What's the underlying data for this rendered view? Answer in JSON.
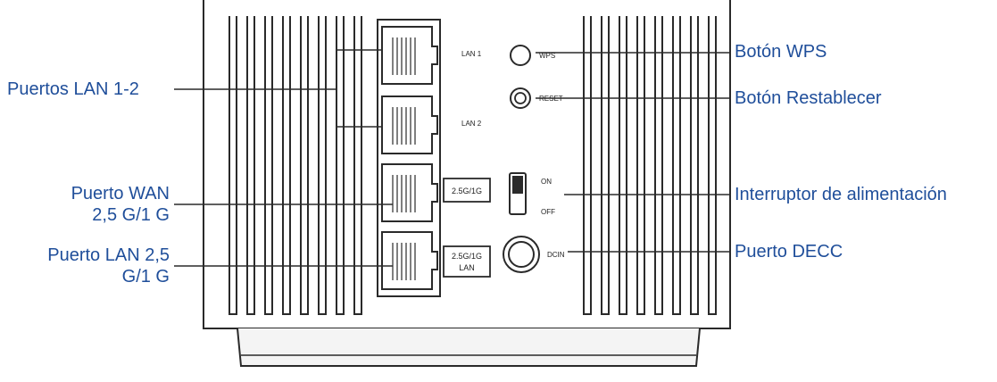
{
  "callouts": {
    "lan_ports": "Puertos LAN 1-2",
    "wan_port_line1": "Puerto WAN",
    "wan_port_line2": "2,5 G/1 G",
    "lan25_line1": "Puerto LAN 2,5",
    "lan25_line2": "G/1 G",
    "wps_button": "Botón WPS",
    "reset_button": "Botón Restablecer",
    "power_switch": "Interruptor de alimentación",
    "decc_port": "Puerto DECC"
  },
  "device_labels": {
    "lan1": "LAN 1",
    "lan2": "LAN 2",
    "wps": "WPS",
    "reset": "RESET",
    "on": "ON",
    "off": "OFF",
    "dcin": "DCIN",
    "wan_badge": "2.5G/1G",
    "lan_badge_line1": "2.5G/1G",
    "lan_badge_line2": "LAN"
  },
  "colors": {
    "callout_text": "#1f4e9a",
    "outline": "#2a2a2a"
  }
}
